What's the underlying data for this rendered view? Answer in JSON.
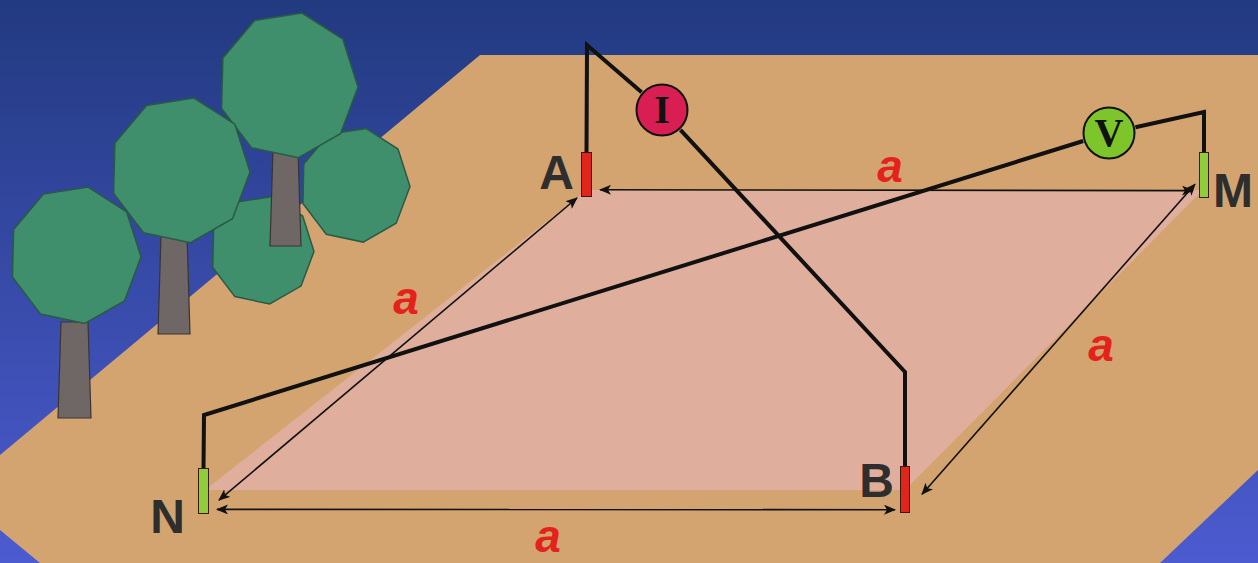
{
  "diagram": {
    "nodes": [
      {
        "text": [
          "I"
        ]
      },
      {
        "text": [
          "V"
        ]
      },
      {
        "text": [
          "A"
        ]
      },
      {
        "text": [
          "M"
        ]
      },
      {
        "text": [
          "N"
        ]
      },
      {
        "text": [
          "B"
        ]
      }
    ],
    "edges": [
      {
        "from": 2,
        "to": 0,
        "arrow": "none"
      },
      {
        "from": 0,
        "to": 5,
        "arrow": "none"
      },
      {
        "from": 1,
        "to": 3,
        "arrow": "none"
      },
      {
        "from": 4,
        "to": 1,
        "arrow": "none"
      },
      {
        "from": 2,
        "to": 3,
        "label": "a",
        "arrow": "both"
      },
      {
        "from": 4,
        "to": 5,
        "label": "a",
        "arrow": "both"
      },
      {
        "from": 4,
        "to": 2,
        "label": "a",
        "arrow": "both"
      },
      {
        "from": 5,
        "to": 3,
        "label": "a",
        "arrow": "both"
      }
    ]
  }
}
